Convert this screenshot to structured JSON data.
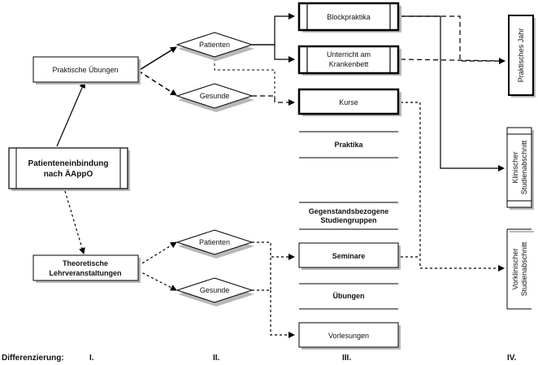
{
  "diagram": {
    "source": {
      "line1": "Patienteneinbindung",
      "line2": "nach ÄAppO"
    },
    "branches": {
      "practical": "Praktische Übungen",
      "theoretical_line1": "Theoretische",
      "theoretical_line2": "Lehrveranstaltungen"
    },
    "decisions": {
      "practical_patients": "Patienten",
      "practical_healthy": "Gesunde",
      "theoretical_patients": "Patienten",
      "theoretical_healthy": "Gesunde"
    },
    "formats": {
      "blockpraktika": "Blockpraktika",
      "unterricht_line1": "Unterricht am",
      "unterricht_line2": "Krankenbett",
      "kurse": "Kurse",
      "praktika": "Praktika",
      "studiengruppen_line1": "Gegenstandsbezogene",
      "studiengruppen_line2": "Studiengruppen",
      "seminare": "Seminare",
      "uebungen": "Übungen",
      "vorlesungen": "Vorlesungen"
    },
    "phases": {
      "pj": "Praktisches Jahr",
      "klinisch_line1": "Klinischer",
      "klinisch_line2": "Studienabschnitt",
      "vorklinisch_line1": "Vorklinischer",
      "vorklinisch_line2": "Studienabschnitt"
    },
    "footer": {
      "label": "Differenzierung:",
      "level1": "I.",
      "level2": "II.",
      "level3": "III.",
      "level4": "IV."
    }
  },
  "colors": {
    "stroke": "#000000",
    "box_fill": "#ffffff",
    "shadow": "#b8b8b8"
  }
}
